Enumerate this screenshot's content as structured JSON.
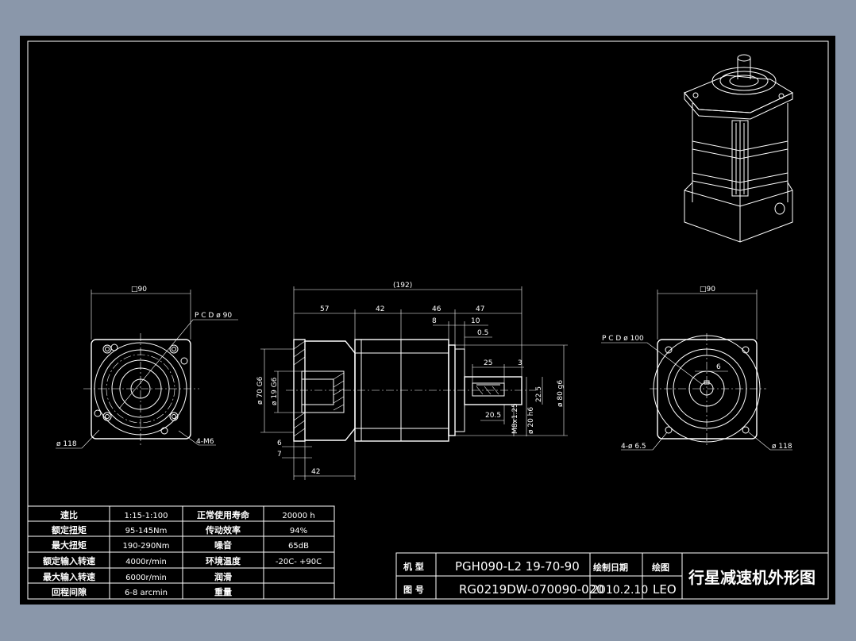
{
  "colors": {
    "background": "#8a97aa",
    "sheet": "#000000",
    "lines": "#ffffff"
  },
  "left_view": {
    "square": "□90",
    "pcd": "P C D ø 90",
    "diameter": "ø 118",
    "holes": "4-M6"
  },
  "side_view": {
    "overall": "(192)",
    "seg1": "57",
    "seg2": "42",
    "seg3": "46",
    "seg4": "47",
    "d8": "8",
    "d10": "10",
    "d05": "0.5",
    "key_len": "25",
    "key_off": "3",
    "d205": "20.5",
    "d225": "22.5",
    "thread": "M8x1.25",
    "d6": "6",
    "d7": "7",
    "d42": "42",
    "dia70": "ø 70 G6",
    "dia19": "ø 19 G6",
    "dia80": "ø 80 g6",
    "dia20": "ø 20 h6"
  },
  "right_view": {
    "square": "□90",
    "pcd": "P C D ø 100",
    "key": "6",
    "holes": "4-ø 6.5",
    "diameter": "ø 118"
  },
  "spec_table": {
    "rows": [
      [
        "速比",
        "1:15-1:100",
        "正常使用寿命",
        "20000 h"
      ],
      [
        "额定扭矩",
        "95-145Nm",
        "传动效率",
        "94%"
      ],
      [
        "最大扭矩",
        "190-290Nm",
        "噪音",
        "65dB"
      ],
      [
        "额定输入转速",
        "4000r/min",
        "环境温度",
        "-20C- +90C"
      ],
      [
        "最大输入转速",
        "6000r/min",
        "润滑",
        ""
      ],
      [
        "回程间隙",
        "6-8 arcmin",
        "重量",
        ""
      ]
    ]
  },
  "title_block": {
    "model_label": "机 型",
    "model_value": "PGH090-L2 19-70-90",
    "drawing_no_label": "图 号",
    "drawing_no_value": "RG0219DW-070090-020",
    "date_label": "绘制日期",
    "date_value": "2010.2.10",
    "drawn_label": "绘图",
    "drawn_value": "LEO",
    "title": "行星减速机外形图"
  }
}
